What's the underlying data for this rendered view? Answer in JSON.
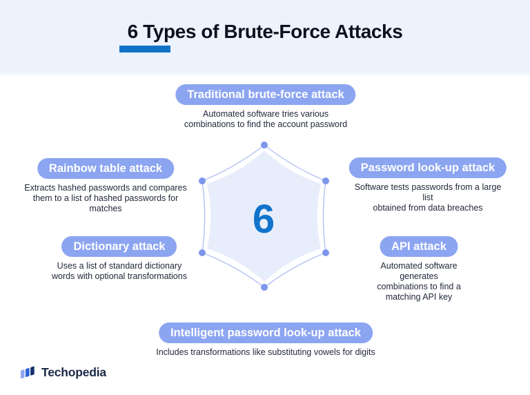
{
  "colors": {
    "header_band": "#edf2fc",
    "background": "#ffffff",
    "accent_underline": "#1173c8",
    "pill_background": "#8ca5f1",
    "pill_text": "#ffffff",
    "hexagon_fill": "#e8edfb",
    "hexagon_outline": "#b4c1f3",
    "hexagon_dots": "#7d96ec",
    "center_number": "#1273cc",
    "body_text": "#212839",
    "title_text": "#0c111f",
    "brand_text": "#1b2947"
  },
  "header": {
    "title": "6 Types of Brute-Force Attacks"
  },
  "center": {
    "number": "6"
  },
  "attacks": [
    {
      "id": "traditional",
      "label": "Traditional brute-force attack",
      "description": "Automated software tries various\ncombinations to find the account password"
    },
    {
      "id": "rainbow-table",
      "label": "Rainbow table attack",
      "description": "Extracts hashed passwords and compares\nthem to a list of hashed passwords for\nmatches"
    },
    {
      "id": "password-lookup",
      "label": "Password look-up attack",
      "description": "Software tests passwords from a large list\nobtained from data breaches"
    },
    {
      "id": "dictionary",
      "label": "Dictionary attack",
      "description": "Uses a list of standard dictionary\nwords with optional transformations"
    },
    {
      "id": "api",
      "label": "API attack",
      "description": "Automated software generates\ncombinations to find a matching API key"
    },
    {
      "id": "intelligent-password-lookup",
      "label": "Intelligent password look-up attack",
      "description": "Includes transformations like substituting vowels for digits"
    }
  ],
  "footer": {
    "brand": "Techopedia"
  }
}
